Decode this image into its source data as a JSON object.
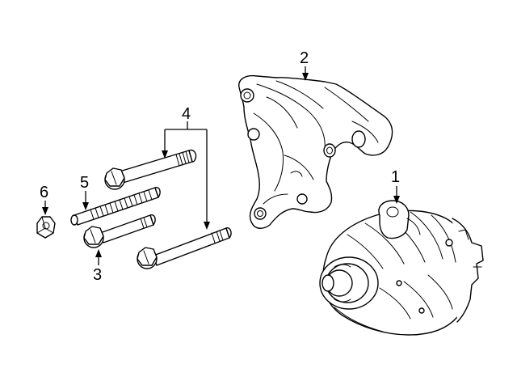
{
  "diagram": {
    "callouts": [
      {
        "id": "alternator",
        "label": "1"
      },
      {
        "id": "bracket",
        "label": "2"
      },
      {
        "id": "bolt-lower",
        "label": "3"
      },
      {
        "id": "bolts-long",
        "label": "4"
      },
      {
        "id": "stud",
        "label": "5"
      },
      {
        "id": "nut",
        "label": "6"
      }
    ]
  }
}
